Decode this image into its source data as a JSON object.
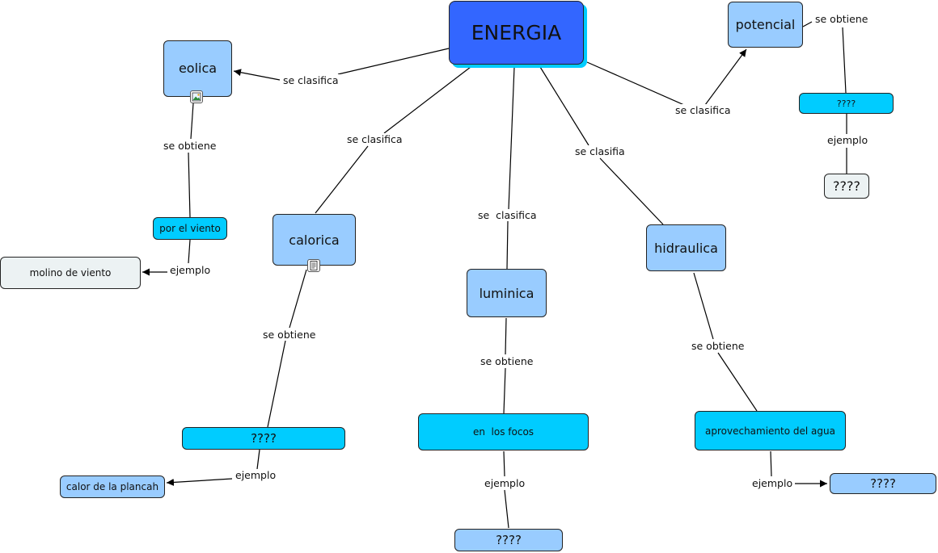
{
  "concepts": {
    "energia": "ENERGIA",
    "eolica": "eolica",
    "potencial": "potencial",
    "calorica": "calorica",
    "luminica": "luminica",
    "hidraulica": "hidraulica",
    "por_el_viento": "por el viento",
    "molino_de_viento": "molino de viento",
    "calorica_obtiene": "????",
    "calor_plancha": "calor de la plancah",
    "en_los_focos": "en  los focos",
    "luminica_ejemplo": "????",
    "aprovechamiento": "aprovechamiento del agua",
    "hidraulica_ejemplo": "????",
    "potencial_obtiene": "????",
    "potencial_ejemplo": "????"
  },
  "links": {
    "energia_eolica": "se clasifica",
    "energia_calorica": "se clasifica",
    "energia_luminica": "se  clasifica",
    "energia_hidraulica": "se clasifia",
    "energia_potencial": "se clasifica",
    "eolica_obtiene": "se obtiene",
    "viento_ejemplo": "ejemplo",
    "calorica_obtiene": "se obtiene",
    "calorica_ejemplo": "ejemplo",
    "luminica_obtiene": "se obtiene",
    "luminica_ejemplo": "ejemplo",
    "hidraulica_obtiene": "se obtiene",
    "hidraulica_ejemplo": "ejemplo",
    "potencial_obtiene": "se obtiene",
    "potencial_ejemplo": "ejemplo"
  },
  "icons": {
    "eolica": "image-icon",
    "calorica": "document-icon"
  },
  "colors": {
    "root": "#3366ff",
    "root_shadow": "#00ccff",
    "concept": "#99ccff",
    "intermediate": "#00ccff",
    "example": "#ecf2f3",
    "line": "#000000"
  }
}
